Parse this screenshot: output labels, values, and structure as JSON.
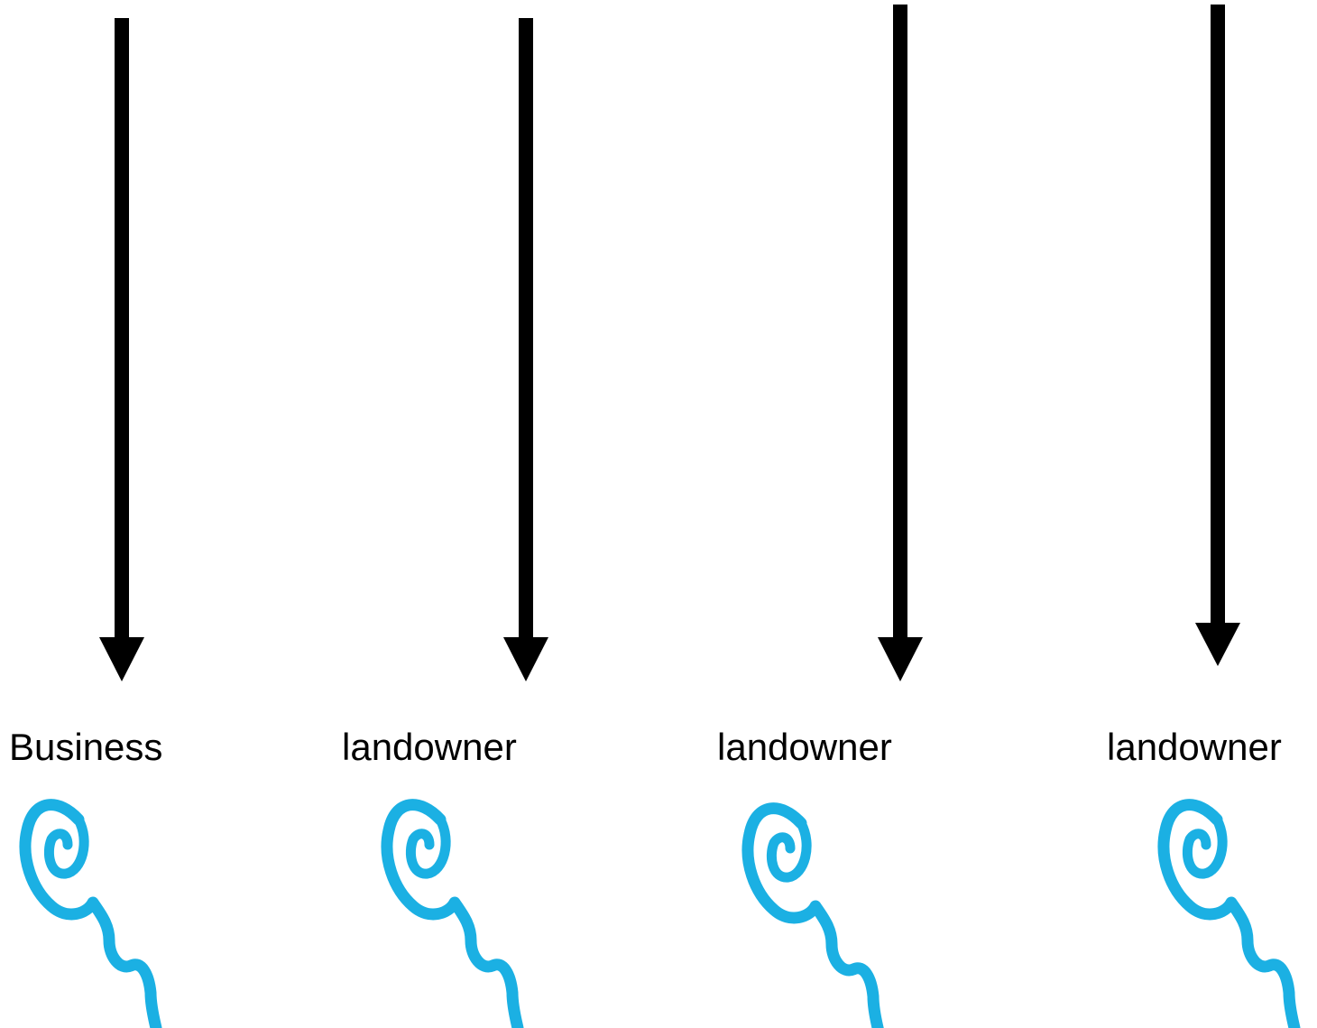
{
  "diagram": {
    "columns": [
      {
        "label": "Business",
        "icon": "squiggle-spiral-icon"
      },
      {
        "label": "landowner",
        "icon": "squiggle-spiral-icon"
      },
      {
        "label": "landowner",
        "icon": "squiggle-spiral-icon"
      },
      {
        "label": "landowner",
        "icon": "squiggle-spiral-icon"
      }
    ],
    "colors": {
      "arrow": "#000000",
      "icon": "#1BB0E3",
      "text": "#000000",
      "background": "#ffffff"
    }
  }
}
